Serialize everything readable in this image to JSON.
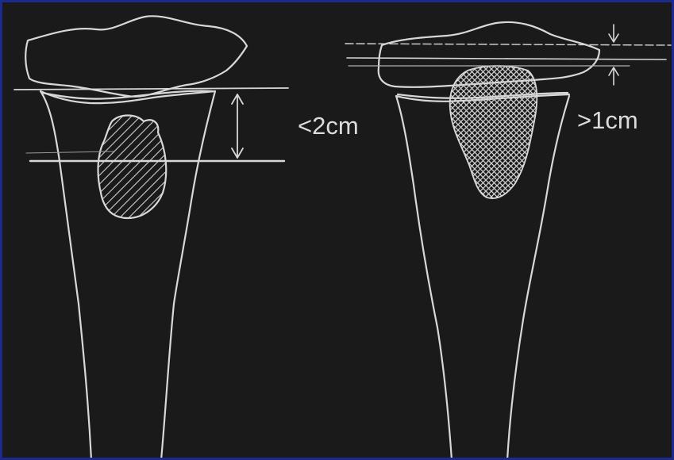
{
  "figure": {
    "left_label": "<2cm",
    "right_label": ">1cm",
    "colors": {
      "background": "#1a1a1a",
      "border": "#1b2a8c",
      "stroke": "#d8d8d8",
      "text": "#dcdcdc"
    },
    "left_panel": {
      "lesion_pattern": "diagonal-hatch"
    },
    "right_panel": {
      "lesion_pattern": "crosshatch"
    }
  }
}
